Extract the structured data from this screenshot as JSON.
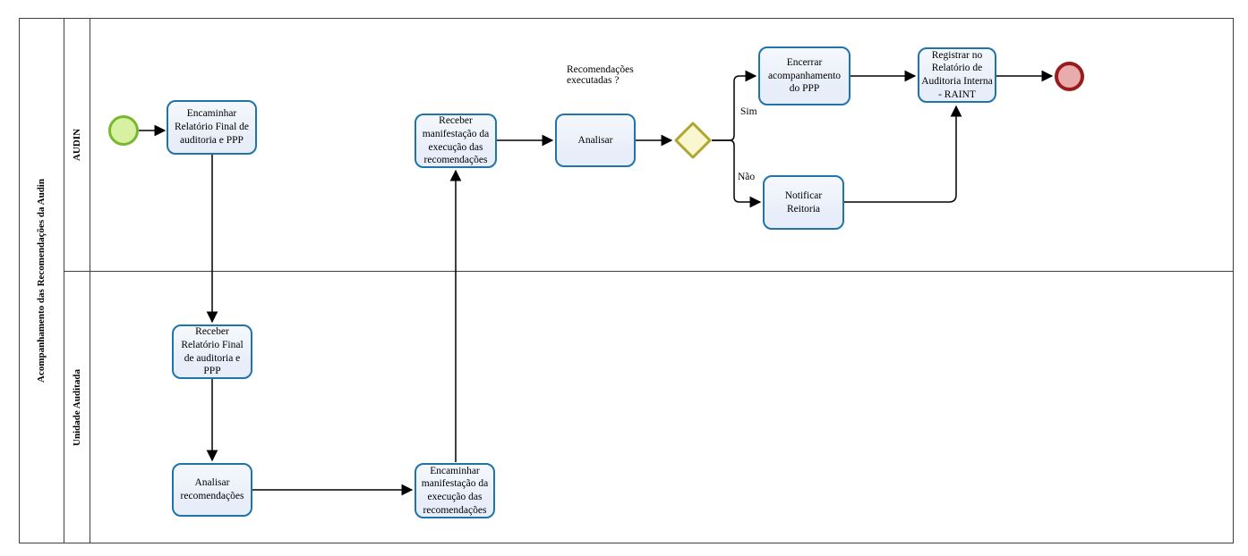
{
  "pool": {
    "title": "Acompanhamento das Recomendações da Audin",
    "lanes": [
      {
        "label": "AUDIN"
      },
      {
        "label": "Unidade Auditada"
      }
    ]
  },
  "nodes": {
    "start": {
      "type": "start-event"
    },
    "encaminhar_relatorio": {
      "label": "Encaminhar\nRelatório Final de\nauditoria e PPP"
    },
    "receber_manifestacao": {
      "label": "Receber\nmanifestação da\nexecução das\nrecomendações"
    },
    "analisar": {
      "label": "Analisar"
    },
    "encerrar": {
      "label": "Encerrar\nacompanhamento\ndo PPP"
    },
    "registrar": {
      "label": "Registrar no\nRelatório de\nAuditoria Interna\n- RAINT"
    },
    "notificar": {
      "label": "Notificar\nReitoria"
    },
    "receber_relatorio": {
      "label": "Receber\nRelatório Final\nde auditoria e\nPPP"
    },
    "analisar_recomendacoes": {
      "label": "Analisar\nrecomendações"
    },
    "encaminhar_manifestacao": {
      "label": "Encaminhar\nmanifestação da\nexecução das\nrecomendações"
    },
    "end": {
      "type": "end-event"
    }
  },
  "labels": {
    "gateway_question": "Recomendações\nexecutadas ?",
    "yes": "Sim",
    "no": "Não"
  },
  "colors": {
    "task_border": "#1f74ab",
    "task_fill": "#e8eef9",
    "start_border": "#76b82e",
    "start_fill": "#d8f0a2",
    "end_border": "#991c1c",
    "end_fill": "#e9abab",
    "gateway_border": "#aea631",
    "gateway_fill": "#f9f6d0",
    "line": "#000000",
    "pool_border": "#404040"
  }
}
